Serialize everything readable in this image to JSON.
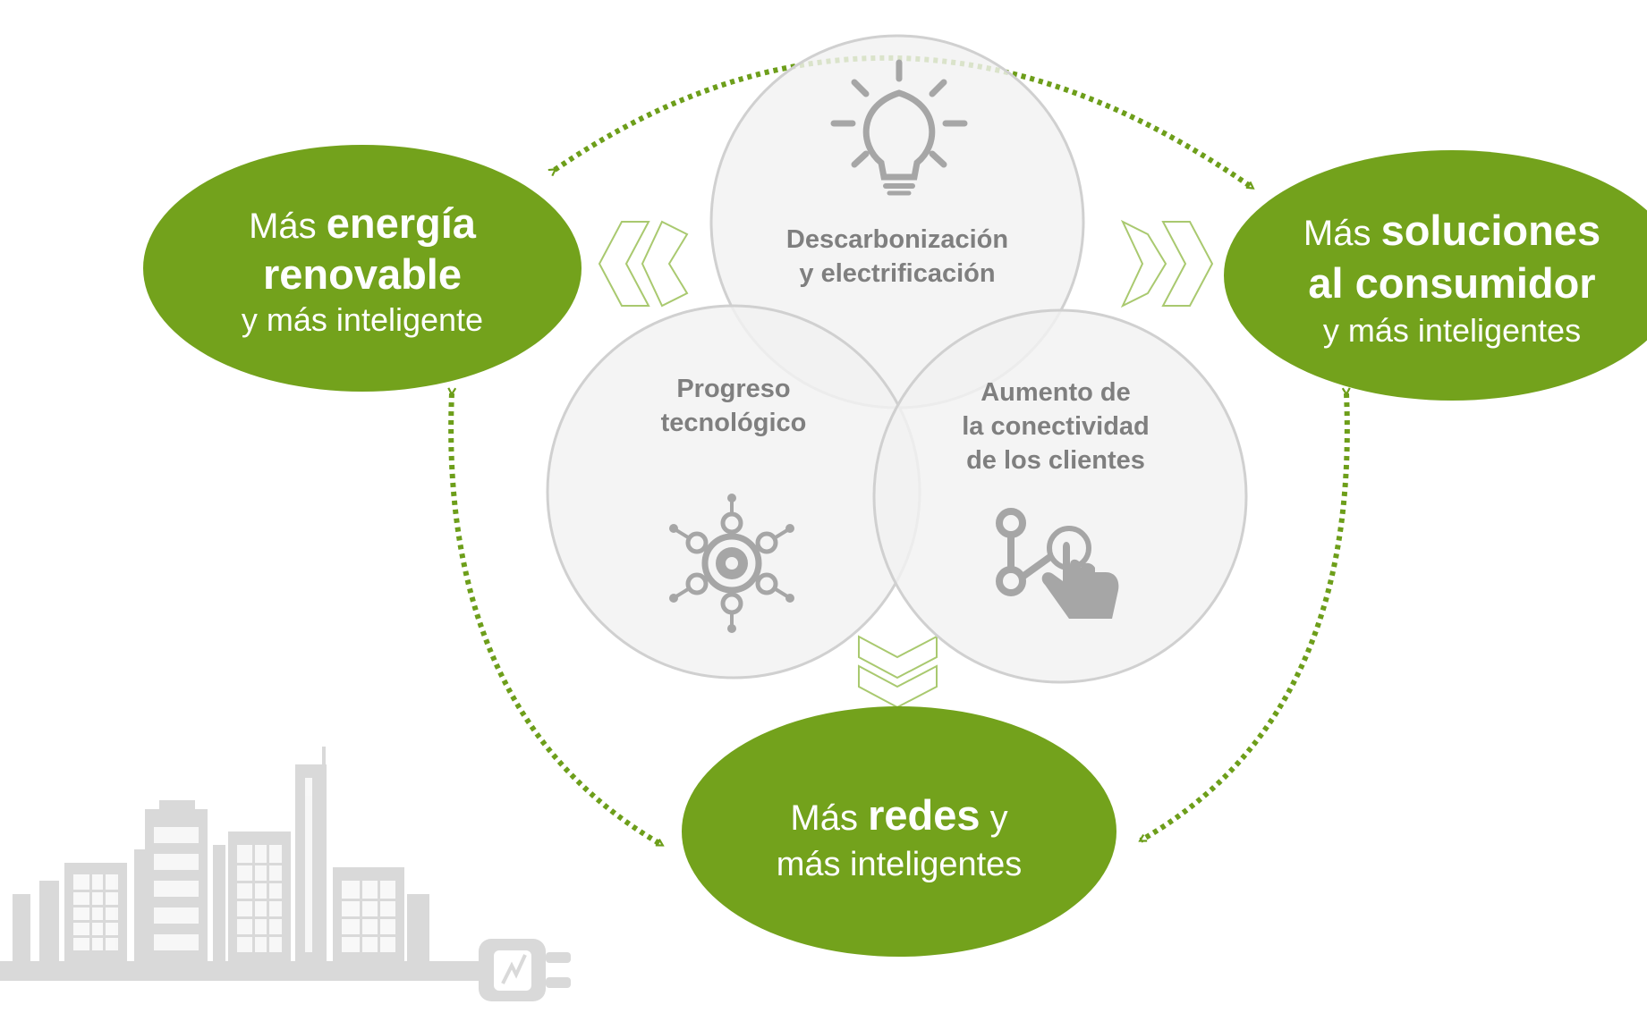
{
  "colors": {
    "green": "#73a21c",
    "green_dotted": "#6d9e1a",
    "circle_fill": "#f2f2f2",
    "circle_stroke": "#d0d0d0",
    "icon_gray": "#a6a6a6",
    "city_gray": "#d9d9d9"
  },
  "drivers": {
    "decarbonization": {
      "line1": "Descarbonización",
      "line2": "y electrificación",
      "icon": "lightbulb-icon"
    },
    "tech": {
      "line1": "Progreso",
      "line2": "tecnológico",
      "icon": "network-hub-icon"
    },
    "connectivity": {
      "line1": "Aumento de",
      "line2": "la conectividad",
      "line3": "de los clientes",
      "icon": "touch-connection-icon"
    }
  },
  "outcomes": {
    "renewable": {
      "pre": "Más ",
      "bold1": "energía",
      "bold2": "renovable",
      "post": "y más inteligente"
    },
    "consumer": {
      "pre": "Más ",
      "bold1": "soluciones",
      "bold2": "al consumidor",
      "post": "y más inteligentes"
    },
    "grids": {
      "pre": "Más ",
      "bold": "redes",
      "mid": " y",
      "post": "más inteligentes"
    }
  },
  "decor": {
    "skyline": "city-skyline-icon",
    "plug": "electric-plug-icon"
  }
}
